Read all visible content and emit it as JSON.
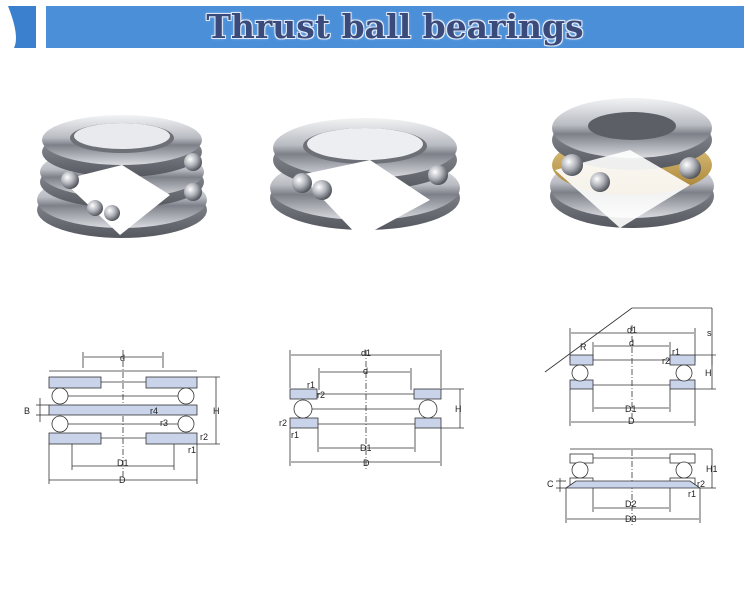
{
  "header": {
    "title": "Thrust ball bearings"
  },
  "diagram_left": {
    "d": "d",
    "D1": "D1",
    "D": "D",
    "B": "B",
    "H": "H",
    "r1": "r1",
    "r2": "r2",
    "r3": "r3",
    "r4": "r4"
  },
  "diagram_middle": {
    "d1": "d1",
    "d": "d",
    "D1": "D1",
    "D": "D",
    "H": "H",
    "r1": "r1",
    "r2": "r2"
  },
  "diagram_right_top": {
    "d1": "d1",
    "d": "d",
    "R": "R",
    "s": "s",
    "H": "H",
    "D1": "D1",
    "D": "D",
    "r1": "r1",
    "r2": "r2"
  },
  "diagram_right_bottom": {
    "H1": "H1",
    "C": "C",
    "D2": "D2",
    "D3": "D3",
    "r1": "r1",
    "r2": "r2"
  },
  "colors": {
    "banner": "#4a8fd8",
    "accent": "#3b7fcf",
    "ring_fill": "#c9d3ea",
    "cage": "#c8a250"
  }
}
